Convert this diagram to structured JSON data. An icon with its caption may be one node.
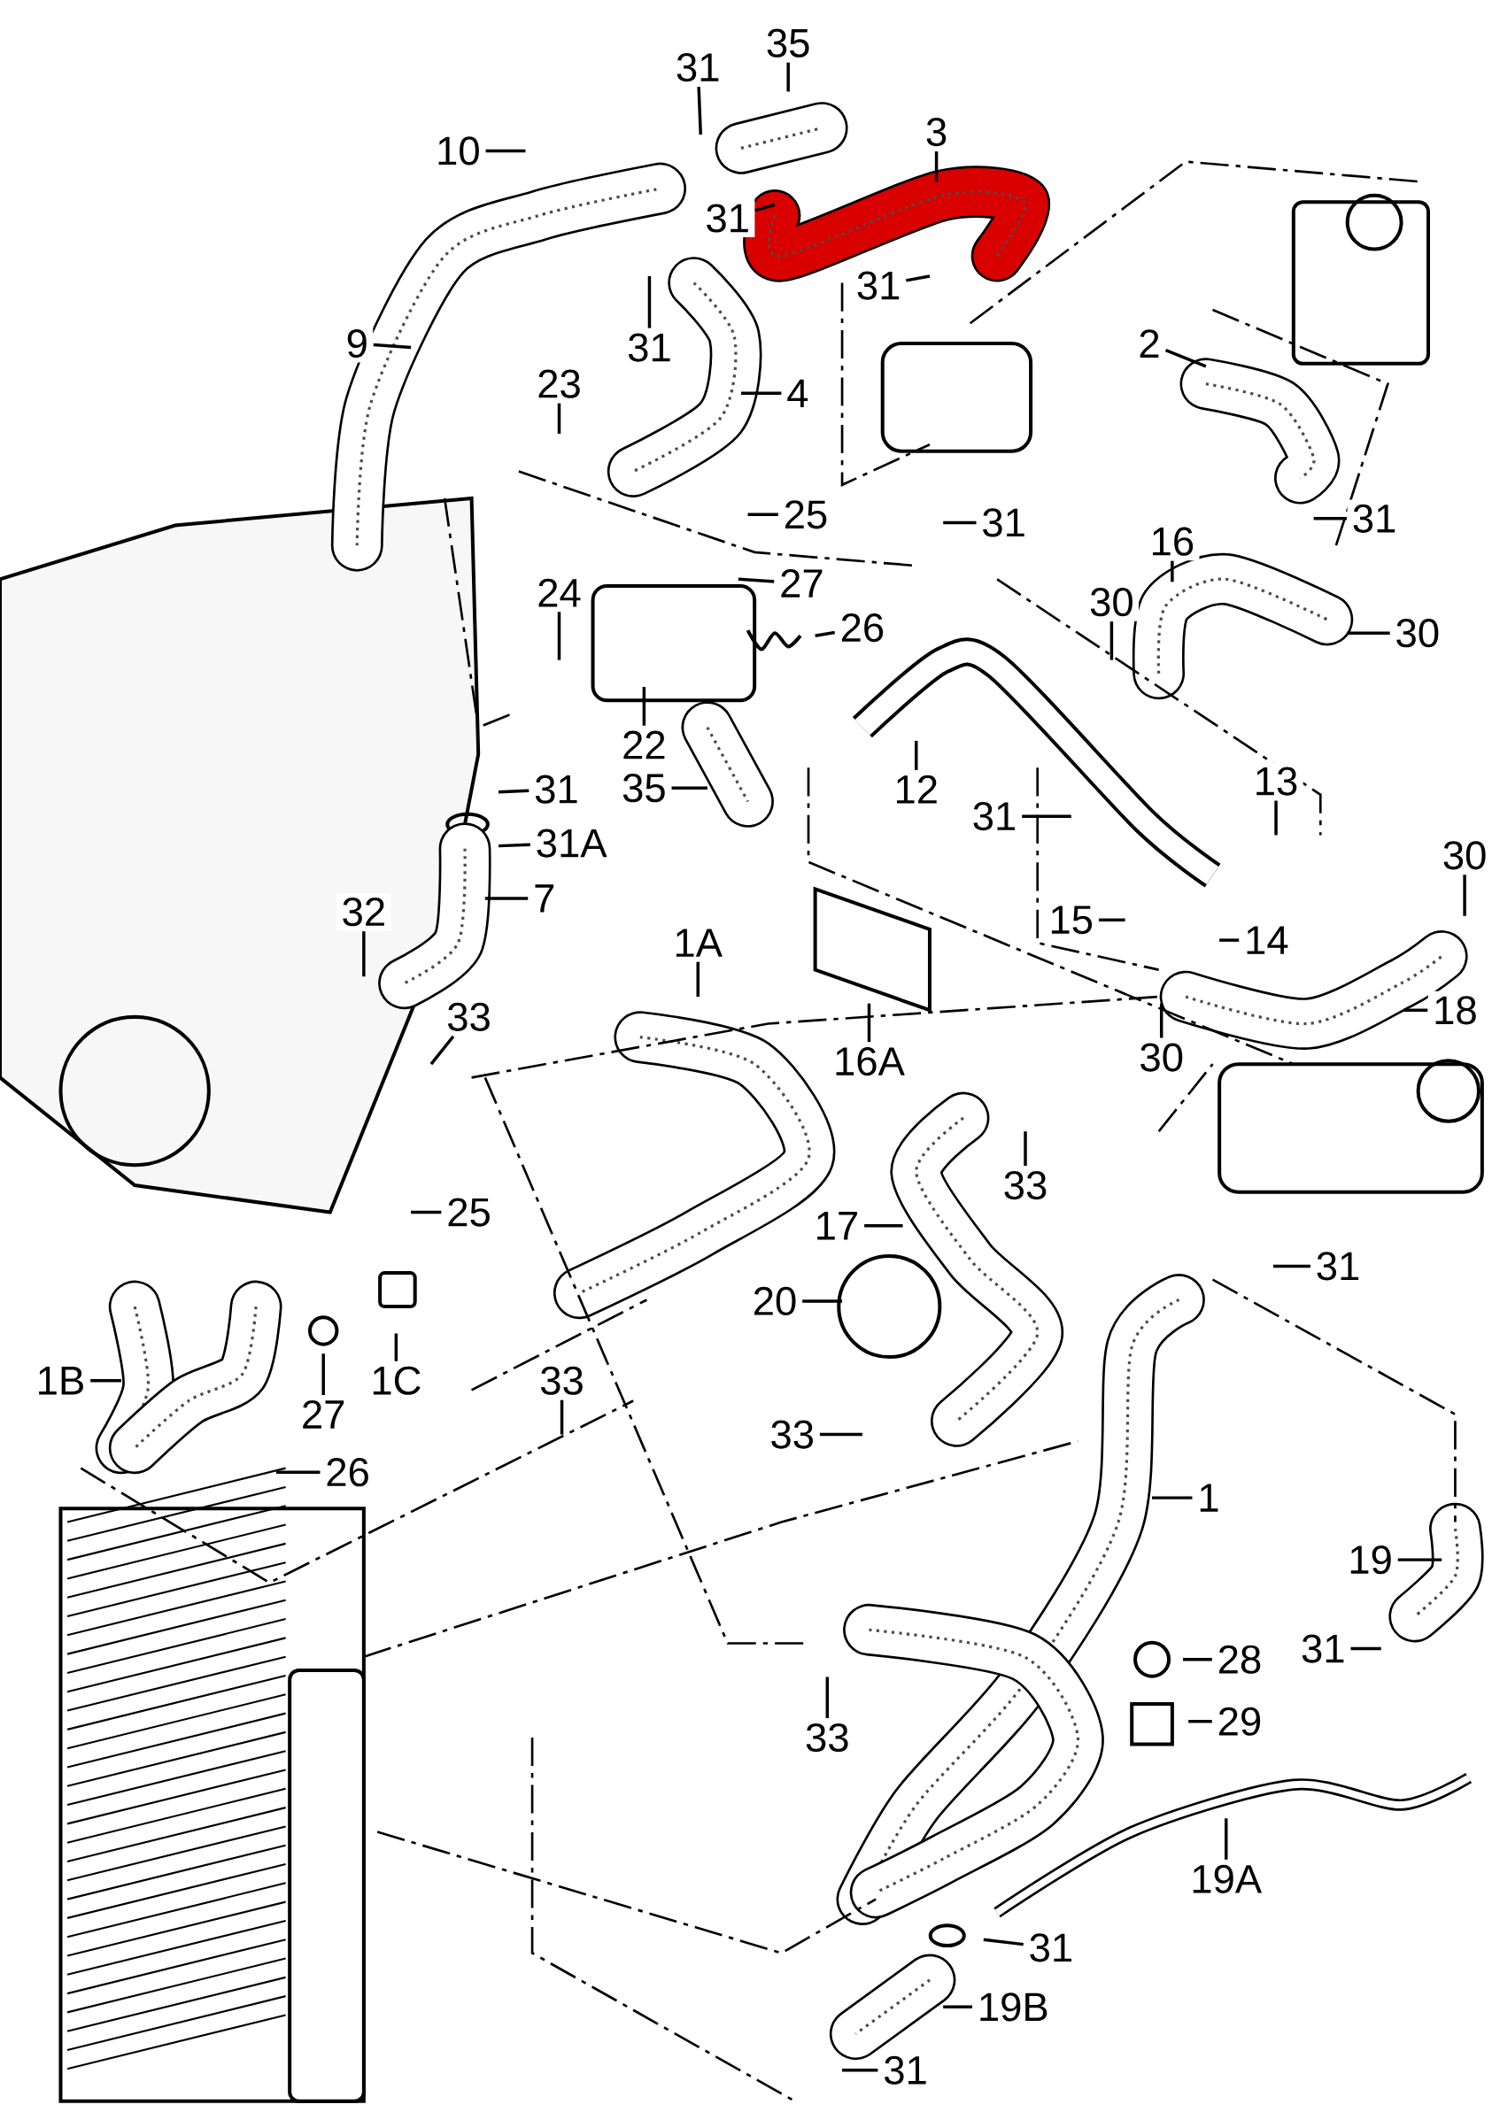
{
  "diagram": {
    "nodes": [
      {
        "text": [
          "31"
        ]
      },
      {
        "text": [
          "35"
        ]
      },
      {
        "text": [
          "3"
        ]
      },
      {
        "text": [
          "31"
        ]
      },
      {
        "text": [
          "31"
        ]
      },
      {
        "text": [
          "10"
        ]
      },
      {
        "text": [
          "9"
        ]
      },
      {
        "text": [
          "31"
        ]
      },
      {
        "text": [
          "4"
        ]
      },
      {
        "text": [
          "23"
        ]
      },
      {
        "text": [
          "2"
        ]
      },
      {
        "text": [
          "31"
        ]
      },
      {
        "text": [
          "25"
        ]
      },
      {
        "text": [
          "31"
        ]
      },
      {
        "text": [
          "27"
        ]
      },
      {
        "text": [
          "16"
        ]
      },
      {
        "text": [
          "24"
        ]
      },
      {
        "text": [
          "26"
        ]
      },
      {
        "text": [
          "30"
        ]
      },
      {
        "text": [
          "30"
        ]
      },
      {
        "text": [
          "22"
        ]
      },
      {
        "text": [
          "35"
        ]
      },
      {
        "text": [
          "12"
        ]
      },
      {
        "text": [
          "31"
        ]
      },
      {
        "text": [
          "31A"
        ]
      },
      {
        "text": [
          "31"
        ]
      },
      {
        "text": [
          "13"
        ]
      },
      {
        "text": [
          "7"
        ]
      },
      {
        "text": [
          "32"
        ]
      },
      {
        "text": [
          "15"
        ]
      },
      {
        "text": [
          "14"
        ]
      },
      {
        "text": [
          "30"
        ]
      },
      {
        "text": [
          "1A"
        ]
      },
      {
        "text": [
          "16A"
        ]
      },
      {
        "text": [
          "33"
        ]
      },
      {
        "text": [
          "18"
        ]
      },
      {
        "text": [
          "30"
        ]
      },
      {
        "text": [
          "33"
        ]
      },
      {
        "text": [
          "25"
        ]
      },
      {
        "text": [
          "17"
        ]
      },
      {
        "text": [
          "31"
        ]
      },
      {
        "text": [
          "20"
        ]
      },
      {
        "text": [
          "1B"
        ]
      },
      {
        "text": [
          "27"
        ]
      },
      {
        "text": [
          "1C"
        ]
      },
      {
        "text": [
          "33"
        ]
      },
      {
        "text": [
          "33"
        ]
      },
      {
        "text": [
          "26"
        ]
      },
      {
        "text": [
          "1"
        ]
      },
      {
        "text": [
          "19"
        ]
      },
      {
        "text": [
          "31"
        ]
      },
      {
        "text": [
          "28"
        ]
      },
      {
        "text": [
          "29"
        ]
      },
      {
        "text": [
          "33"
        ]
      },
      {
        "text": [
          "19A"
        ]
      },
      {
        "text": [
          "31"
        ]
      },
      {
        "text": [
          "19B"
        ]
      },
      {
        "text": [
          "31"
        ]
      }
    ],
    "edges": [
      {
        "from": 0,
        "to": null,
        "arrow": "none"
      },
      {
        "from": 1,
        "to": null,
        "arrow": "none"
      },
      {
        "from": 2,
        "to": null,
        "arrow": "none"
      },
      {
        "from": 3,
        "to": null,
        "arrow": "none"
      },
      {
        "from": 4,
        "to": null,
        "arrow": "none"
      },
      {
        "from": 5,
        "to": null,
        "arrow": "none"
      },
      {
        "from": 6,
        "to": null,
        "arrow": "none"
      },
      {
        "from": 7,
        "to": null,
        "arrow": "none"
      },
      {
        "from": 8,
        "to": null,
        "arrow": "none"
      },
      {
        "from": 9,
        "to": null,
        "arrow": "none"
      },
      {
        "from": 10,
        "to": null,
        "arrow": "none"
      },
      {
        "from": 11,
        "to": null,
        "arrow": "none"
      },
      {
        "from": 12,
        "to": null,
        "arrow": "none"
      },
      {
        "from": 13,
        "to": null,
        "arrow": "none"
      },
      {
        "from": 14,
        "to": null,
        "arrow": "none"
      },
      {
        "from": 15,
        "to": null,
        "arrow": "none"
      },
      {
        "from": 16,
        "to": null,
        "arrow": "none"
      },
      {
        "from": 17,
        "to": null,
        "arrow": "none"
      },
      {
        "from": 18,
        "to": null,
        "arrow": "none"
      },
      {
        "from": 19,
        "to": null,
        "arrow": "none"
      },
      {
        "from": 20,
        "to": null,
        "arrow": "none"
      },
      {
        "from": 21,
        "to": null,
        "arrow": "none"
      },
      {
        "from": 22,
        "to": null,
        "arrow": "none"
      },
      {
        "from": 23,
        "to": null,
        "arrow": "none"
      },
      {
        "from": 24,
        "to": null,
        "arrow": "none"
      },
      {
        "from": 25,
        "to": null,
        "arrow": "none"
      },
      {
        "from": 26,
        "to": null,
        "arrow": "none"
      },
      {
        "from": 27,
        "to": null,
        "arrow": "none"
      },
      {
        "from": 28,
        "to": null,
        "arrow": "none"
      },
      {
        "from": 29,
        "to": null,
        "arrow": "none"
      },
      {
        "from": 30,
        "to": null,
        "arrow": "none"
      },
      {
        "from": 31,
        "to": null,
        "arrow": "none"
      },
      {
        "from": 32,
        "to": null,
        "arrow": "none"
      },
      {
        "from": 33,
        "to": null,
        "arrow": "none"
      },
      {
        "from": 34,
        "to": null,
        "arrow": "none"
      },
      {
        "from": 35,
        "to": null,
        "arrow": "none"
      },
      {
        "from": 36,
        "to": null,
        "arrow": "none"
      },
      {
        "from": 37,
        "to": null,
        "arrow": "none"
      },
      {
        "from": 38,
        "to": null,
        "arrow": "none"
      },
      {
        "from": 39,
        "to": null,
        "arrow": "none"
      },
      {
        "from": 40,
        "to": null,
        "arrow": "none"
      },
      {
        "from": 41,
        "to": null,
        "arrow": "none"
      },
      {
        "from": 42,
        "to": null,
        "arrow": "none"
      },
      {
        "from": 43,
        "to": null,
        "arrow": "none"
      },
      {
        "from": 44,
        "to": null,
        "arrow": "none"
      },
      {
        "from": 45,
        "to": null,
        "arrow": "none"
      },
      {
        "from": 46,
        "to": null,
        "arrow": "none"
      },
      {
        "from": 47,
        "to": null,
        "arrow": "none"
      },
      {
        "from": 48,
        "to": null,
        "arrow": "none"
      },
      {
        "from": 49,
        "to": null,
        "arrow": "none"
      },
      {
        "from": 50,
        "to": null,
        "arrow": "none"
      },
      {
        "from": 51,
        "to": null,
        "arrow": "none"
      },
      {
        "from": 52,
        "to": null,
        "arrow": "none"
      },
      {
        "from": 53,
        "to": null,
        "arrow": "none"
      },
      {
        "from": 54,
        "to": null,
        "arrow": "none"
      },
      {
        "from": 55,
        "to": null,
        "arrow": "none"
      },
      {
        "from": 56,
        "to": null,
        "arrow": "none"
      },
      {
        "from": 57,
        "to": null,
        "arrow": "none"
      }
    ]
  }
}
